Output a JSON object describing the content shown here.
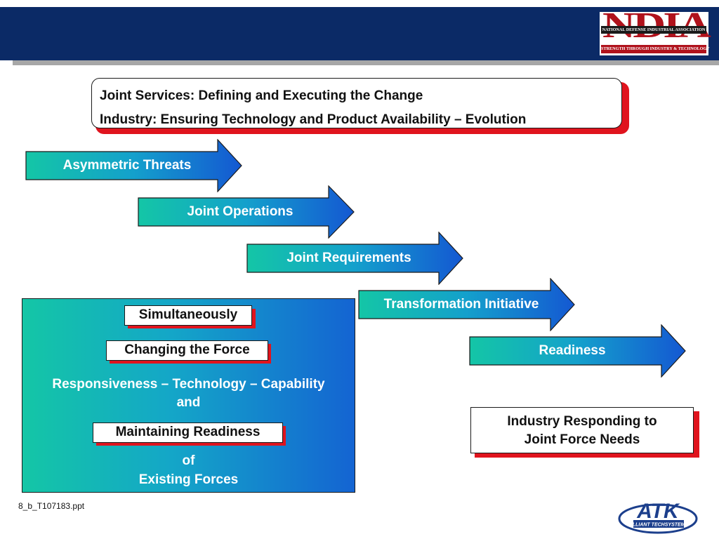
{
  "header": {
    "logo": {
      "letters": "NDIA",
      "tagline_top": "NATIONAL DEFENSE INDUSTRIAL ASSOCIATION",
      "tagline_bottom": "STRENGTH THROUGH INDUSTRY & TECHNOLOGY",
      "color": "#b0121c"
    },
    "band_color": "#0b2a66"
  },
  "heading": {
    "line1": "Joint Services:  Defining and Executing the Change",
    "line2": "Industry:  Ensuring Technology and Product Availability – Evolution"
  },
  "arrows": [
    {
      "label": "Asymmetric Threats"
    },
    {
      "label": "Joint Operations"
    },
    {
      "label": "Joint Requirements"
    },
    {
      "label": "Transformation Initiative"
    },
    {
      "label": "Readiness"
    }
  ],
  "panel": {
    "box1": "Simultaneously",
    "box2": "Changing the Force",
    "line1": "Responsiveness – Technology – Capability",
    "line2": "and",
    "box3": "Maintaining Readiness",
    "line3": "of",
    "line4": "Existing Forces"
  },
  "industry_box": {
    "line1": "Industry Responding to",
    "line2": "Joint Force Needs"
  },
  "footer": {
    "code": "8_b_T107183.ppt",
    "atk_letters": "ATK",
    "atk_name": "ALLIANT TECHSYSTEMS"
  },
  "colors": {
    "accent_red": "#e0141e",
    "gradient_start": "#14c6a6",
    "gradient_end": "#1464d2"
  }
}
